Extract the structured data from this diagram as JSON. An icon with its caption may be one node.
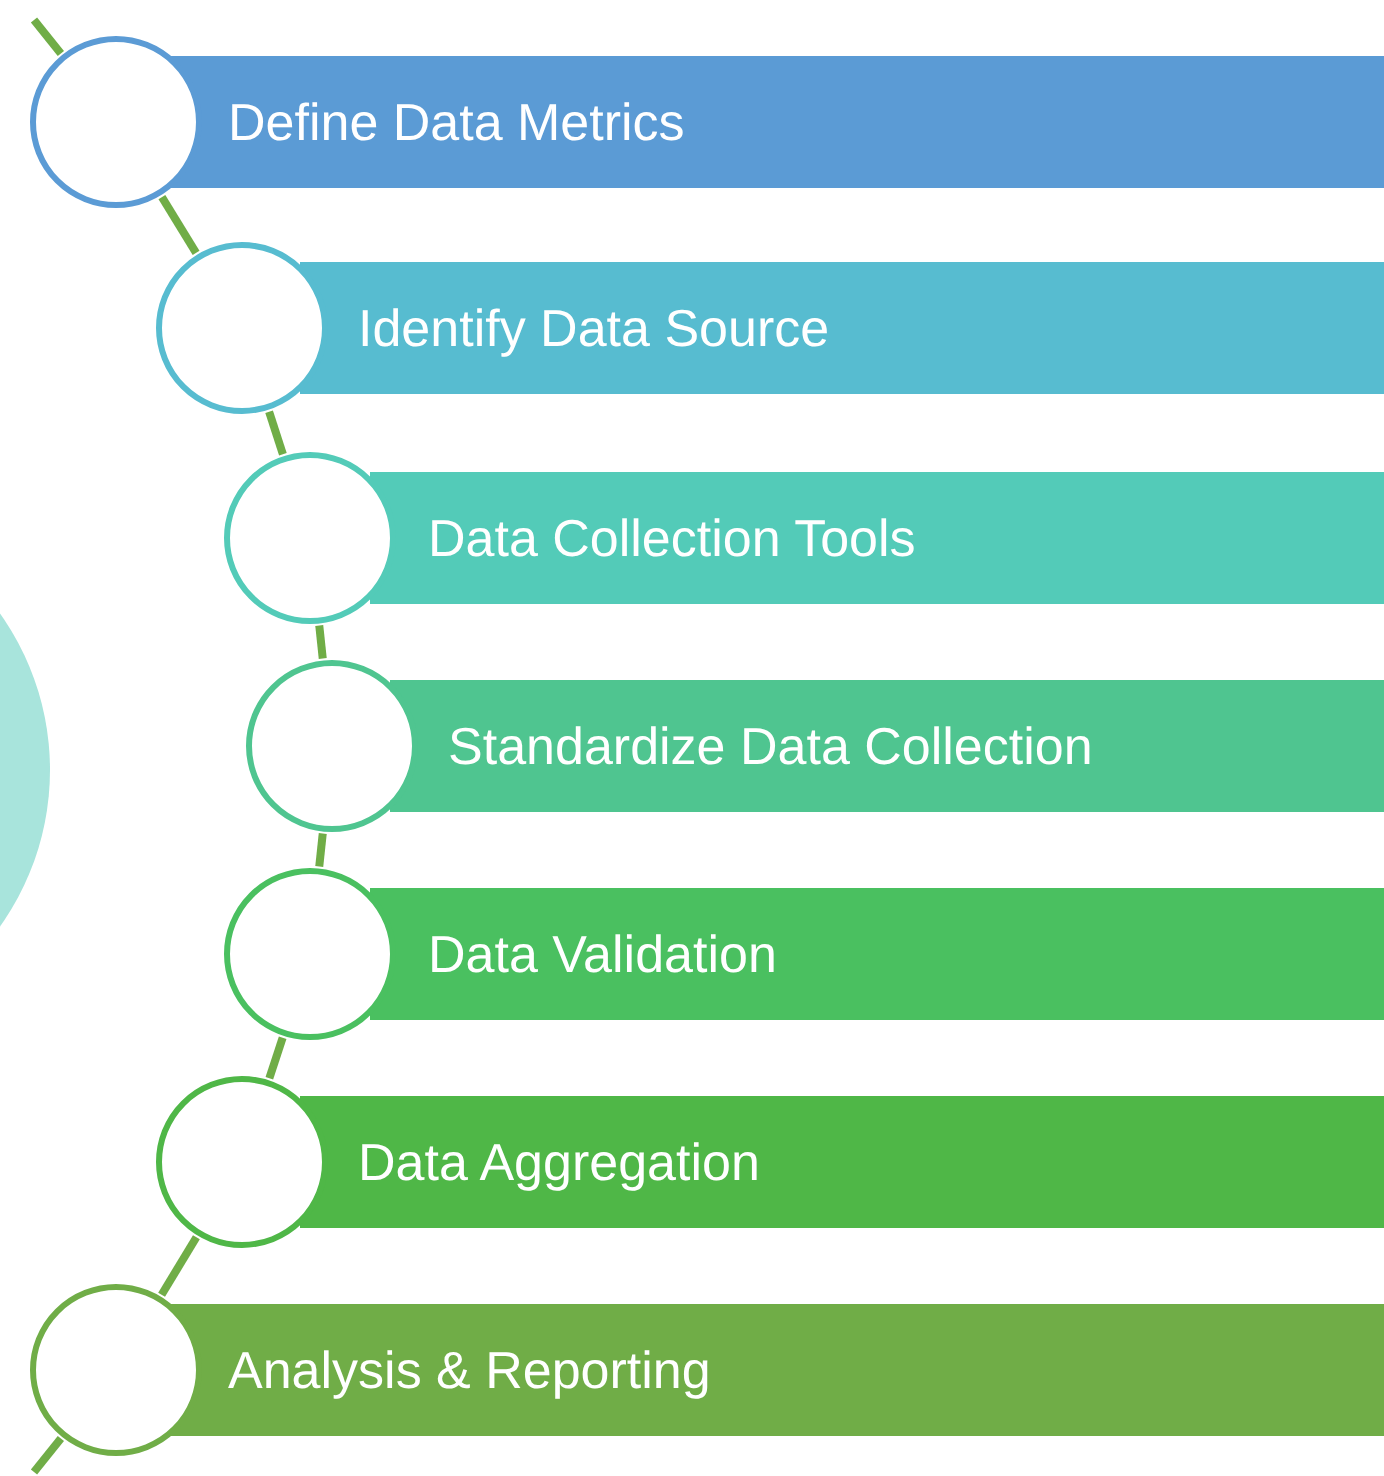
{
  "diagram": {
    "nodes": [
      {
        "text": [
          "Define Data Metrics"
        ]
      },
      {
        "text": [
          "Identify Data Source"
        ]
      },
      {
        "text": [
          "Data Collection Tools"
        ]
      },
      {
        "text": [
          "Standardize Data Collection"
        ]
      },
      {
        "text": [
          "Data Validation"
        ]
      },
      {
        "text": [
          "Data Aggregation"
        ]
      },
      {
        "text": [
          "Analysis & Reporting"
        ]
      },
      {
        "text": [],
        "shape": "circle"
      },
      {
        "text": [],
        "shape": "circle"
      },
      {
        "text": [],
        "shape": "circle"
      },
      {
        "text": [],
        "shape": "circle"
      },
      {
        "text": [],
        "shape": "circle"
      },
      {
        "text": [],
        "shape": "circle"
      },
      {
        "text": [],
        "shape": "circle"
      }
    ],
    "edges": [
      {
        "from": null,
        "to": 7,
        "arrow": "none"
      },
      {
        "from": 7,
        "to": 8,
        "arrow": "none"
      },
      {
        "from": 8,
        "to": 9,
        "arrow": "none"
      },
      {
        "from": 9,
        "to": 10,
        "arrow": "none"
      },
      {
        "from": 10,
        "to": 11,
        "arrow": "none"
      },
      {
        "from": 11,
        "to": 12,
        "arrow": "none"
      },
      {
        "from": 12,
        "to": 13,
        "arrow": "none"
      },
      {
        "from": 13,
        "to": null,
        "arrow": "none"
      }
    ]
  }
}
